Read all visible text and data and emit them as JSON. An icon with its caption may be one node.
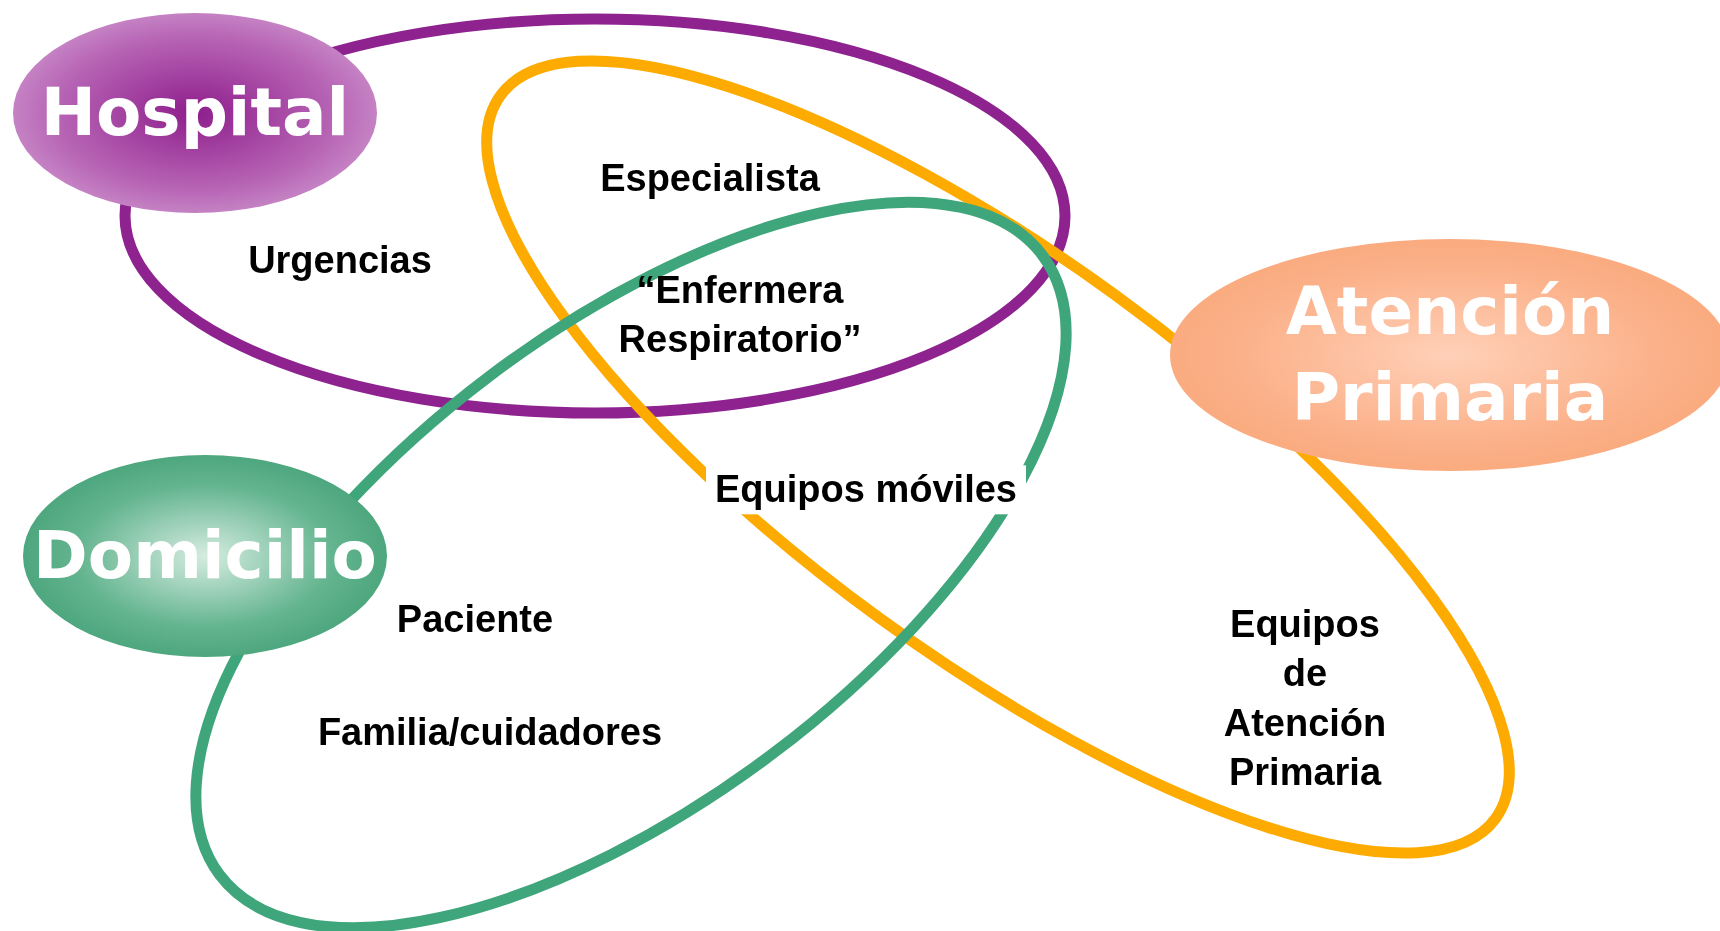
{
  "diagram": {
    "nodes": [
      {
        "text": [
          "Hospital"
        ]
      },
      {
        "text": [
          "Atención Primaria"
        ]
      },
      {
        "text": [
          "Domicilio"
        ]
      }
    ],
    "labels": [
      "Especialista",
      "Urgencias",
      "“Enfermera Respiratorio”",
      "Equipos móviles",
      "Paciente",
      "Equipos de Atención Primaria",
      "Familia/cuidadores"
    ]
  }
}
